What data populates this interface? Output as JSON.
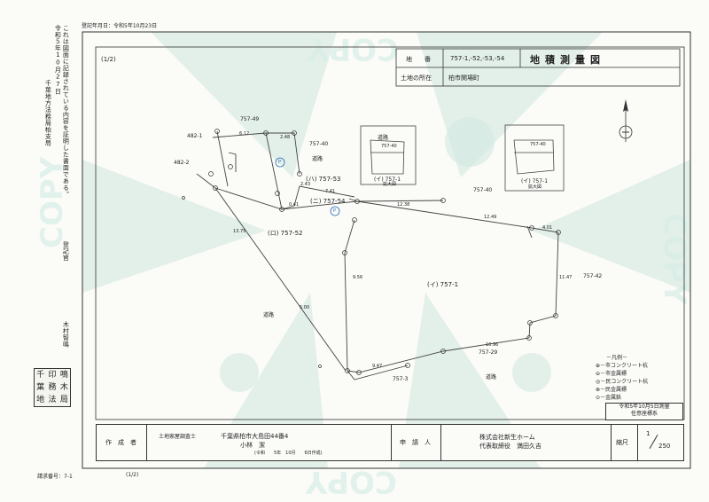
{
  "registration_date": "登記年月日：令和5年10月23日",
  "left_certificate": {
    "line1": "これは図面に記録されている内容を証明した書面である。",
    "line2": "令和５年10月27日",
    "line3": "千葉地方法務局柏支局",
    "title": "登記官",
    "name": "木村智鳴"
  },
  "seal_chars": [
    "千",
    "印",
    "鳴",
    "葉",
    "務",
    "木",
    "地",
    "法",
    "局"
  ],
  "page_indicator": "(1/2)",
  "request_number": "請求番号：7-1",
  "footer_page": "(1/2)",
  "header": {
    "chiban_label": "地　　番",
    "chiban_value": "757-1,-52,-53,-54",
    "title": "地積測量図",
    "location_label": "土地の所在",
    "location_value": "柏市関場町"
  },
  "map_labels": {
    "lot_757_49": "757-49",
    "lot_482_1": "482-1",
    "lot_482_2": "482-2",
    "lot_757_40_a": "757-40",
    "lot_757_40_b": "757-40",
    "lot_757_42": "757-42",
    "lot_757_29": "757-29",
    "lot_757_3": "757-3",
    "road_a": "道路",
    "road_b": "道路",
    "road_c": "道路",
    "road_d": "道路",
    "ro": "(ロ) 757-52",
    "ha": "(ハ) 757-53",
    "ni": "(ニ) 757-54",
    "i": "(イ) 757-1",
    "p_mark": "P",
    "inset1_label": "(イ) 757-1",
    "inset1_caption": "拡大図",
    "inset1_road": "道路",
    "inset1_lot": "757-40",
    "inset2_label": "(イ) 757-1",
    "inset2_caption": "拡大図",
    "inset2_lot": "757-40"
  },
  "distances": [
    "6.12",
    "2.48",
    "2.43",
    "7.41",
    "0.41",
    "12.38",
    "9.56",
    "12.49",
    "4.01",
    "11.47",
    "13.75",
    "5.00",
    "10.96",
    "9.47"
  ],
  "legend": {
    "title": "－凡例－",
    "items": [
      "⊕－市コンクリート杭",
      "⊖－市金属標",
      "◎－民コンクリート杭",
      "⊗－民金属標",
      "⊙－金属鋲"
    ]
  },
  "survey_note": {
    "line1": "令和5年10月5日測量",
    "line2": "任意座標系"
  },
  "footer": {
    "author_label": "作　成　者",
    "author_title": "土地家屋調査士",
    "author_address": "千葉県柏市大島田44番4",
    "author_name": "小林　潔",
    "author_date": "(令和　　5年　10月　　6日作成)",
    "applicant_label": "申　請　人",
    "applicant_company": "株式会社新生ホーム",
    "applicant_rep": "代表取締役　満田久吉",
    "scale_label": "縮尺",
    "scale_num": "1",
    "scale_den": "250"
  },
  "colors": {
    "frame": "#333333",
    "watermark": "#cfe7de",
    "line": "#444444",
    "blue_text": "#2a6db5"
  }
}
